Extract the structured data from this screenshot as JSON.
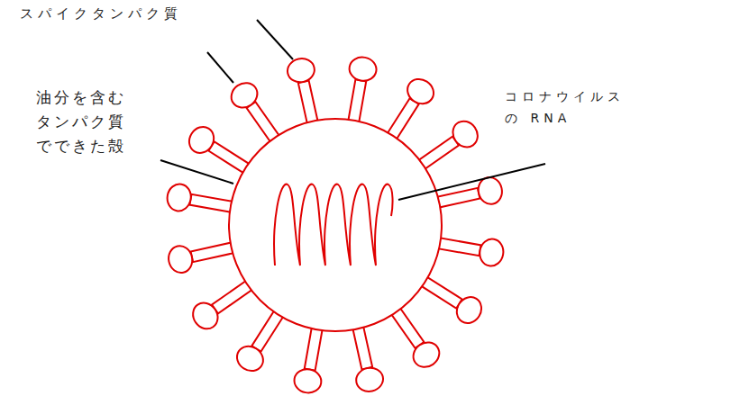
{
  "diagram": {
    "labels": [
      "スパイクタンパク質",
      "油分を含む タンパク質 でできた殻",
      "コロナウイルス の RNA"
    ]
  }
}
